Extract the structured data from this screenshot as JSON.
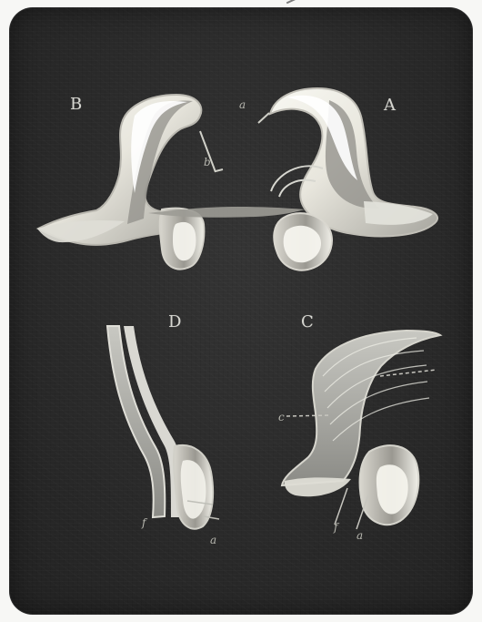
{
  "figure": {
    "labels": {
      "A": "A",
      "B": "B",
      "C": "C",
      "D": "D"
    },
    "small_labels": {
      "a_upper": "a",
      "b_upper": "b",
      "c_lower": "c",
      "f_lower_left": "f",
      "a_lower_left": "a",
      "f_lower_right": "f",
      "a_lower_right": "a"
    },
    "colors": {
      "plate": "#2b2b2b",
      "bone": "#e6e4da",
      "shadow": "#8d8d87"
    },
    "icon_names": [
      "anatomical-ear-ossicle-illustration",
      "muscle-and-tendon-diagram"
    ]
  }
}
